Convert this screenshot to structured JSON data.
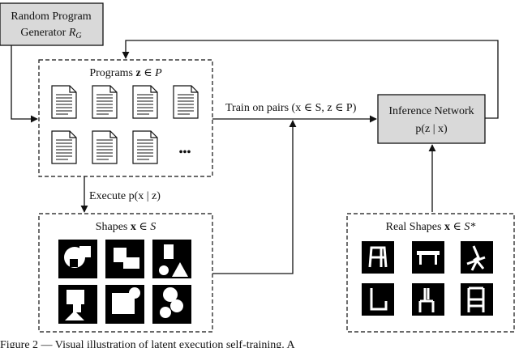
{
  "generator": {
    "line1": "Random Program",
    "line2": "Generator ",
    "line2_math": "R",
    "line2_sub": "G"
  },
  "programs": {
    "title_prefix": "Programs ",
    "title_bold": "z",
    "title_suffix": " ∈ P",
    "ellipsis": "•••"
  },
  "shapes": {
    "title_prefix": "Shapes ",
    "title_bold": "x",
    "title_suffix": " ∈ S"
  },
  "real_shapes": {
    "title_prefix": "Real Shapes ",
    "title_bold": "x",
    "title_suffix": " ∈ S*"
  },
  "inference": {
    "line1": "Inference Network",
    "line2": "p(z | x)"
  },
  "edges": {
    "train_label": "Train on pairs (x ∈ S, z ∈ P)",
    "execute_label": "Execute p(x | z)"
  },
  "caption": "Figure 2 — Visual illustration of latent execution self-training. A",
  "colors": {
    "box_fill": "#d9d9d9",
    "line": "#111111",
    "tile": "#000000"
  }
}
